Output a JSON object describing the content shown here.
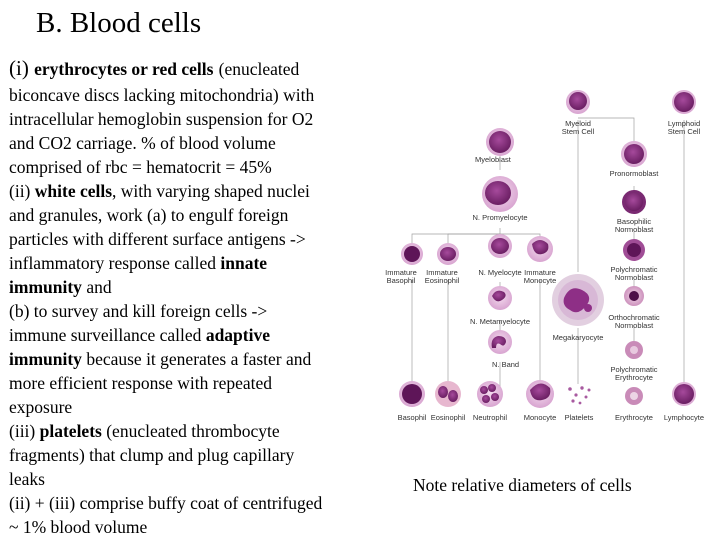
{
  "slide": {
    "title": "B. Blood cells",
    "paragraphs": {
      "p1_num": "(i)",
      "p1_bold": "erythrocytes or red cells",
      "p1_rest": "(enucleated",
      "l2": "biconcave discs lacking mitochondria) with",
      "l3": "intracellular hemoglobin suspension for O2",
      "l4": "and CO2 carriage. % of blood volume",
      "l5": "comprised of rbc = hematocrit = 45%",
      "l6_pre": "(ii)",
      "l6_bold": "white cells",
      "l6_post": ", with varying shaped nuclei",
      "l7": "and granules, work (a) to engulf foreign",
      "l8": "particles with different surface antigens ->",
      "l9_pre": "inflammatory response called",
      "l9_bold": "innate",
      "l10_bold": "immunity",
      "l10_post": "and",
      "l11": "(b) to survey and kill foreign cells ->",
      "l12_pre": "immune surveillance called",
      "l12_bold": "adaptive",
      "l13_bold": "immunity",
      "l13_post": "because it generates a faster and",
      "l14": "more efficient response with repeated",
      "l15": "exposure",
      "l16_pre": "(iii)",
      "l16_bold": "platelets",
      "l16_post": "(enucleated thrombocyte",
      "l17": "fragments) that clump and plug capillary",
      "l18": "leaks",
      "l19": "(ii) + (iii) comprise buffy coat of centrifuged",
      "l20": "~ 1% blood volume"
    },
    "caption": "Note relative diameters of cells"
  },
  "diagram": {
    "labels": {
      "myeloid_stem_cell_1": "Myeloid",
      "myeloid_stem_cell_2": "Stem Cell",
      "lymphoid_stem_cell_1": "Lymphoid",
      "lymphoid_stem_cell_2": "Stem Cell",
      "myeloblast": "Myeloblast",
      "pronormoblast": "Pronormoblast",
      "n_promyelocyte": "N. Promyelocyte",
      "basophilic_normoblast_1": "Basophilic",
      "basophilic_normoblast_2": "Normoblast",
      "immature_basophil_1": "Immature",
      "immature_basophil_2": "Basophil",
      "immature_eosinophil_1": "Immature",
      "immature_eosinophil_2": "Eosinophil",
      "n_myelocyte": "N. Myelocyte",
      "immature_monocyte_1": "Immature",
      "immature_monocyte_2": "Monocyte",
      "polychromatic_normoblast_1": "Polychromatic",
      "polychromatic_normoblast_2": "Normoblast",
      "n_metamyelocyte": "N. Metamyelocyte",
      "orthochromatic_normoblast_1": "Orthochromatic",
      "orthochromatic_normoblast_2": "Normoblast",
      "megakaryocyte": "Megakaryocyte",
      "n_band": "N. Band",
      "polychromatic_erythrocyte_1": "Polychromatic",
      "polychromatic_erythrocyte_2": "Erythrocyte",
      "basophil": "Basophil",
      "eosinophil": "Eosinophil",
      "neutrophil": "Neutrophil",
      "monocyte": "Monocyte",
      "platelets": "Platelets",
      "erythrocyte": "Erythrocyte",
      "lymphocyte": "Lymphocyte"
    },
    "colors": {
      "cytoplasm": "#e9c4e4",
      "nucleus": "#8e2f86",
      "dark_cell": "#6f1f66",
      "line": "#999999",
      "rbc": "#d9a6c9"
    }
  }
}
